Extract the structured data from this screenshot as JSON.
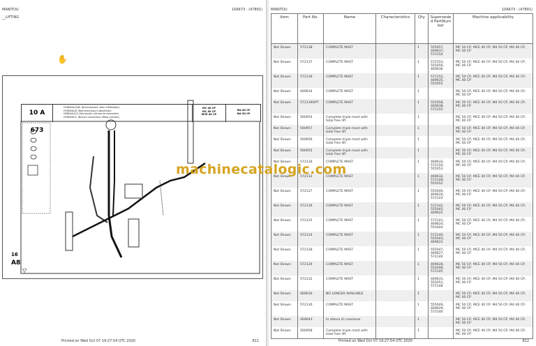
{
  "left_page": {
    "brand": "MANITOU",
    "section": "__LIFTING",
    "doc_ref": "10A673 - (47891)",
    "cursor": "hand-cursor",
    "drawing": {
      "code": "10 A 673",
      "descriptions": [
        "HYDRAULIQUE (Branchement vérin d'élévation)",
        "HYDRAULIK (Rohranschluss hubzylinder)",
        "HIDRAULICO (Derivación cilindro de elevación)",
        "HYDRAULIC (Branch connection lifting cylinder)"
      ],
      "models_a": [
        "MC 40 CP",
        "MC 50 CP",
        "MCE 40 CP"
      ],
      "models_b": [
        "M4 40 CP",
        "M4 50 CP"
      ],
      "sheet_number": "16",
      "sheet_ref": "A8"
    },
    "footer": "Printed on  Wed Oct 07 19:27:54 UTC 2020",
    "page_number": "811"
  },
  "right_page": {
    "brand": "MANITOU",
    "doc_ref": "10A673 - (47891)",
    "columns": [
      "Item",
      "Part No.",
      "Name",
      "Characteristics",
      "Qty",
      "Superseded PartNumber",
      "Machine applicability"
    ],
    "rows": [
      {
        "item": "Not Shown",
        "part": "572138",
        "name": "COMPLETE MAST",
        "char": "",
        "qty": "1",
        "sup": "555057, 469637, 572154",
        "app": "MC 50 CP, MCE 40 CP, M4 50 CP, M4 40 CP, MC 40 CP"
      },
      {
        "item": "Not Shown",
        "part": "572137",
        "name": "COMPLETE MAST",
        "char": "",
        "qty": "1",
        "sup": "572153, 555056, 469636",
        "app": "MC 50 CP, MCE 40 CP, M4 50 CP, M4 40 CP, MC 40 CP"
      },
      {
        "item": "Not Shown",
        "part": "572136",
        "name": "COMPLETE MAST",
        "char": "",
        "qty": "1",
        "sup": "572152, 469635, 555055",
        "app": "MC 50 CP, MCE 40 CP, M4 50 CP, M4 40 CP, MC 40 CP"
      },
      {
        "item": "Not Shown",
        "part": "469634",
        "name": "COMPLETE MAST",
        "char": "",
        "qty": "1",
        "sup": "",
        "app": "MC 50 CP, MCE 40 CP, M4 50 CP, M4 40 CP, MC 40 CP"
      },
      {
        "item": "Not Shown",
        "part": "572139OPT",
        "name": "COMPLETE MAST",
        "char": "",
        "qty": "1",
        "sup": "555058, 469638, 572155",
        "app": "MC 50 CP, MCE 40 CP, M4 50 CP, M4 40 CP, MC 40 CP"
      },
      {
        "item": "Not Shown",
        "part": "560954",
        "name": "Complete triple mast with total free lift",
        "char": "",
        "qty": "1",
        "sup": "",
        "app": "MC 50 CP, MCE 40 CP, M4 50 CP, M4 40 CP, MC 40 CP"
      },
      {
        "item": "Not Shown",
        "part": "560957",
        "name": "Complete triple mast with total free lift",
        "char": "",
        "qty": "1",
        "sup": "",
        "app": "MC 50 CP, MCE 40 CP, M4 50 CP, M4 40 CP, MC 40 CP"
      },
      {
        "item": "Not Shown",
        "part": "560956",
        "name": "Complete triple mast with total free lift",
        "char": "",
        "qty": "1",
        "sup": "",
        "app": "MC 50 CP, MCE 40 CP, M4 50 CP, M4 40 CP, MC 40 CP"
      },
      {
        "item": "Not Shown",
        "part": "560955",
        "name": "Complete triple mast with total free lift",
        "char": "",
        "qty": "1",
        "sup": "",
        "app": "MC 50 CP, MCE 40 CP, M4 50 CP, M4 40 CP, MC 40 CP"
      },
      {
        "item": "Not Shown",
        "part": "572134",
        "name": "COMPLETE MAST",
        "char": "",
        "qty": "1",
        "sup": "469633, 572150, 555053",
        "app": "MC 50 CP, MCE 40 CP, M4 50 CP, M4 40 CP, MC 40 CP"
      },
      {
        "item": "Not Shown",
        "part": "572133",
        "name": "COMPLETE MAST",
        "char": "",
        "qty": "1",
        "sup": "469632, 572149, 555052",
        "app": "MC 50 CP, MCE 40 CP, M4 50 CP, M4 40 CP, MC 40 CP"
      },
      {
        "item": "Not Shown",
        "part": "572127",
        "name": "COMPLETE MAST",
        "char": "",
        "qty": "1",
        "sup": "555046, 469626, 572143",
        "app": "MC 50 CP, MCE 40 CP, M4 50 CP, M4 40 CP, MC 40 CP"
      },
      {
        "item": "Not Shown",
        "part": "572126",
        "name": "COMPLETE MAST",
        "char": "",
        "qty": "1",
        "sup": "572142, 555045, 469625",
        "app": "MC 50 CP, MCE 40 CP, M4 50 CP, M4 40 CP, MC 40 CP"
      },
      {
        "item": "Not Shown",
        "part": "572125",
        "name": "COMPLETE MAST",
        "char": "",
        "qty": "1",
        "sup": "572141, 469624, 555044",
        "app": "MC 50 CP, MCE 40 CP, M4 50 CP, M4 40 CP, MC 40 CP"
      },
      {
        "item": "Not Shown",
        "part": "572124",
        "name": "COMPLETE MAST",
        "char": "",
        "qty": "1",
        "sup": "572140, 555043, 469623",
        "app": "MC 50 CP, MCE 40 CP, M4 50 CP, M4 40 CP, MC 40 CP"
      },
      {
        "item": "Not Shown",
        "part": "572128",
        "name": "COMPLETE MAST",
        "char": "",
        "qty": "1",
        "sup": "555047, 469627, 572144",
        "app": "MC 50 CP, MCE 40 CP, M4 50 CP, M4 40 CP, MC 40 CP"
      },
      {
        "item": "Not Shown",
        "part": "572129",
        "name": "COMPLETE MAST",
        "char": "",
        "qty": "1",
        "sup": "469628, 555048, 572145",
        "app": "MC 50 CP, MCE 40 CP, M4 50 CP, M4 40 CP, MC 40 CP"
      },
      {
        "item": "Not Shown",
        "part": "572132",
        "name": "COMPLETE MAST",
        "char": "",
        "qty": "1",
        "sup": "469631, 555051, 572148",
        "app": "MC 50 CP, MCE 40 CP, M4 50 CP, M4 40 CP, MC 40 CP"
      },
      {
        "item": "Not Shown",
        "part": "469630",
        "name": "NO LONGER AVAILABLE",
        "char": "",
        "qty": "1",
        "sup": "",
        "app": "MC 50 CP, MCE 40 CP, M4 50 CP, M4 40 CP, MC 40 CP"
      },
      {
        "item": "Not Shown",
        "part": "572130",
        "name": "COMPLETE MAST",
        "char": "",
        "qty": "1",
        "sup": "555049, 469629, 572146",
        "app": "MC 50 CP, MCE 40 CP, M4 50 CP, M4 40 CP, MC 40 CP"
      },
      {
        "item": "Not Shown",
        "part": "469043",
        "name": "In attesa di creazione",
        "char": "",
        "qty": "1",
        "sup": "",
        "app": "MC 50 CP, MCE 40 CP, M4 50 CP, M4 40 CP, MC 40 CP"
      },
      {
        "item": "Not Shown",
        "part": "560958",
        "name": "Complete triple mast with total free lift",
        "char": "",
        "qty": "1",
        "sup": "",
        "app": "MC 50 CP, MCE 40 CP, M4 50 CP, M4 40 CP, MC 40 CP"
      }
    ],
    "footer": "Printed on  Wed Oct 07 19:27:54 UTC 2020",
    "page_number": "812"
  },
  "watermark": "machinecatalogic.com",
  "colors": {
    "watermark": "#d4a017",
    "row_alt": "#efefef",
    "border": "#777777"
  }
}
